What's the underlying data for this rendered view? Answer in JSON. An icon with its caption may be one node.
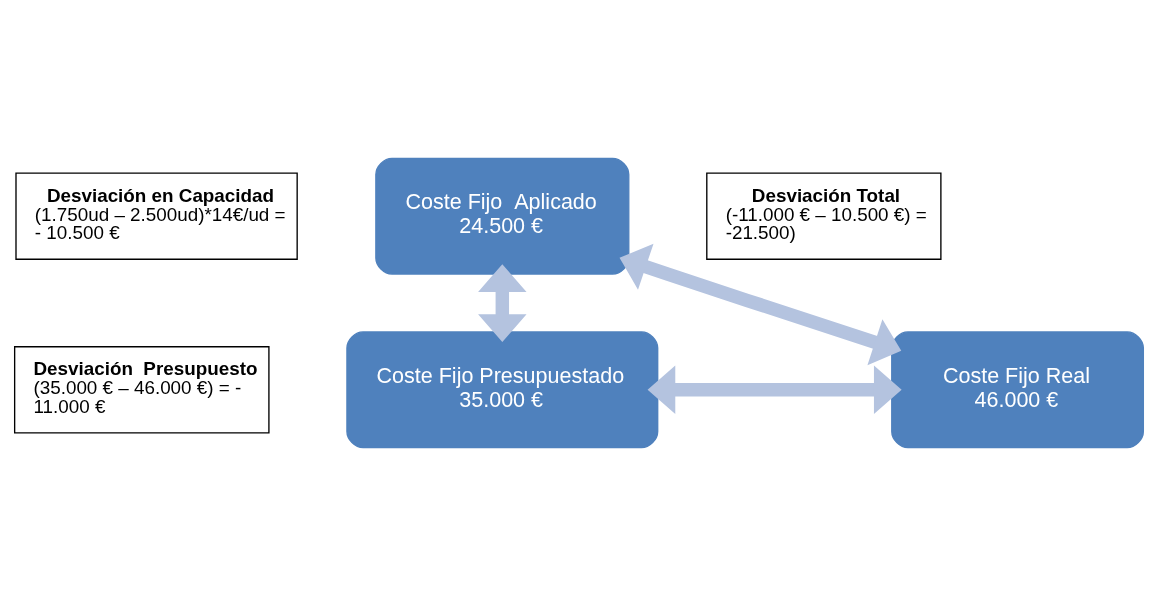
{
  "diagram": {
    "nodes": [
      {
        "text": [
          "Coste Fijo  Aplicado",
          "24.500 €"
        ]
      },
      {
        "text": [
          "Desviación en Capacidad",
          "(1.750ud – 2.500ud)*14€/ud = - 10.500 €"
        ]
      },
      {
        "text": [
          "Desviación Total",
          "(-11.000 € – 10.500 €) = -21.500)"
        ]
      },
      {
        "text": [
          "Desviación  Presupuesto",
          "(35.000 € – 46.000 €) = - 11.000 €"
        ]
      },
      {
        "text": [
          "Coste Fijo Presupuestado",
          "35.000 €"
        ]
      },
      {
        "text": [
          "Coste Fijo Real",
          "46.000 €"
        ]
      }
    ],
    "edges": [
      {
        "from": 0,
        "to": 4,
        "arrow": "both"
      },
      {
        "from": 0,
        "to": 5,
        "arrow": "both"
      },
      {
        "from": 4,
        "to": 5,
        "arrow": "both"
      }
    ]
  }
}
